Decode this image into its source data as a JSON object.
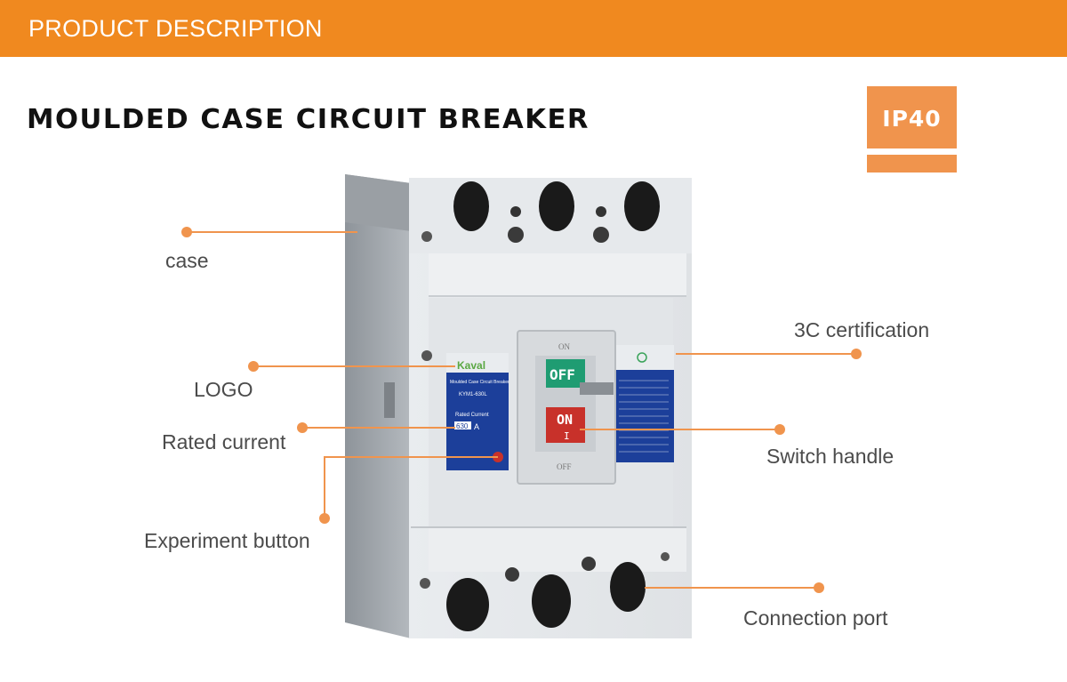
{
  "banner": {
    "title": "PRODUCT DESCRIPTION"
  },
  "heading": {
    "title": "MOULDED CASE CIRCUIT BREAKER"
  },
  "badge": {
    "text": "IP40"
  },
  "callouts": {
    "case": "case",
    "logo": "LOGO",
    "rated_current": "Rated current",
    "experiment_button": "Experiment button",
    "certification": "3C certification",
    "switch_handle": "Switch handle",
    "connection_port": "Connection port"
  },
  "device": {
    "brand": "Kaval",
    "panel_title": "Moulded Case Circuit Breaker",
    "model": "KYM1-630L",
    "rated_current_label": "Rated Current",
    "rated_current_value": "630",
    "rated_current_unit": "A",
    "switch_on_top": "ON",
    "switch_off": "OFF",
    "switch_on": "ON",
    "switch_on_symbol": "I",
    "switch_off_bottom": "OFF"
  },
  "colors": {
    "accent": "#f0891f",
    "badge": "#f0944d",
    "panel_blue": "#1c3f9a",
    "off_green": "#1f9c72",
    "on_red": "#c8312a"
  }
}
